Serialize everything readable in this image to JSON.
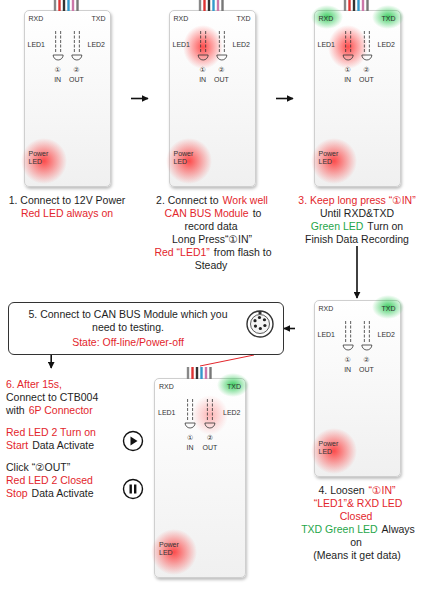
{
  "diagram": {
    "nodes": [
      {
        "text": [
          "RXD",
          "TXD",
          "LED1",
          "LED2",
          "①",
          "IN",
          "②",
          "OUT",
          "Power LED",
          "1. Connect to 12V Power",
          "Red LED always on"
        ]
      },
      {
        "text": [
          "RXD",
          "TXD",
          "LED1",
          "LED2",
          "①",
          "IN",
          "②",
          "OUT",
          "Power LED",
          "2. Connect to",
          "Work well",
          "CAN BUS Module",
          "to record data",
          "Long Press“①IN”",
          "Red “LED1”",
          "from flash to Steady"
        ]
      },
      {
        "text": [
          "RXD",
          "TXD",
          "LED1",
          "LED2",
          "①",
          "IN",
          "②",
          "OUT",
          "Power LED",
          "3. Keep long press “①IN”",
          "Until RXD&TXD",
          "Green LED",
          "Turn on",
          "Finish Data Recording"
        ]
      },
      {
        "text": [
          "RXD",
          "TXD",
          "LED1",
          "LED2",
          "①",
          "IN",
          "②",
          "OUT",
          "Power LED",
          "4. Loosen",
          "“①IN”",
          "“LED1”& RXD LED Closed",
          "TXD Green LED",
          "Always on",
          "(Means it get data)"
        ]
      },
      {
        "text": [
          "5. Connect to CAN BUS Module which you need to testing.",
          "State: Off-line/Power-off"
        ]
      },
      {
        "text": [
          "RXD",
          "TXD",
          "LED1",
          "LED2",
          "①",
          "IN",
          "②",
          "OUT",
          "Power LED",
          "6. After 15s,",
          "Connect to CTB004",
          "with",
          "6P Connector",
          "Red LED 2 Turn on",
          "Start",
          "Data Activate",
          "Click “②OUT”",
          "Red LED 2 Closed",
          "Stop",
          "Data Activate"
        ]
      }
    ],
    "edges": [
      {
        "from": 0,
        "to": 1,
        "arrow": "to"
      },
      {
        "from": 1,
        "to": 2,
        "arrow": "to"
      },
      {
        "from": 2,
        "to": 3,
        "arrow": "to"
      },
      {
        "from": 3,
        "to": 4,
        "arrow": "to"
      },
      {
        "from": 4,
        "to": 5,
        "arrow": "to"
      }
    ]
  }
}
